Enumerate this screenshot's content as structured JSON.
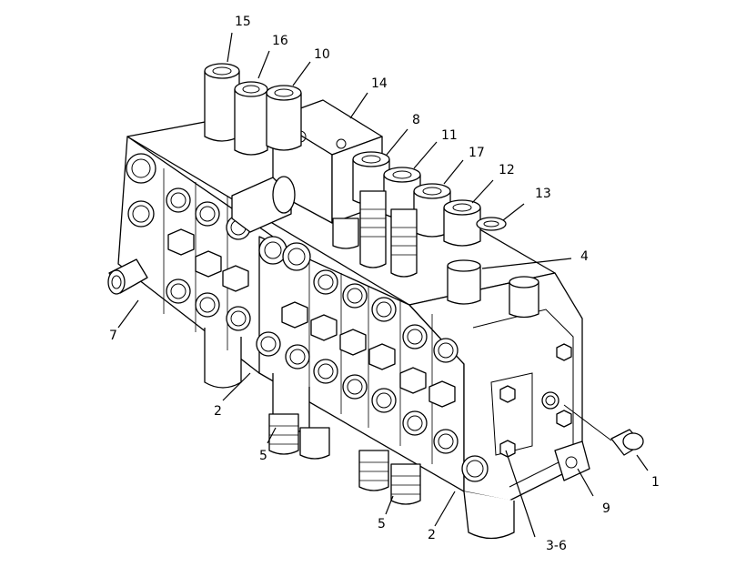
{
  "callouts": [
    {
      "id": "c15",
      "text": "15"
    },
    {
      "id": "c16",
      "text": "16"
    },
    {
      "id": "c10",
      "text": "10"
    },
    {
      "id": "c14",
      "text": "14"
    },
    {
      "id": "c8",
      "text": "8"
    },
    {
      "id": "c11",
      "text": "11"
    },
    {
      "id": "c17",
      "text": "17"
    },
    {
      "id": "c12",
      "text": "12"
    },
    {
      "id": "c13",
      "text": "13"
    },
    {
      "id": "c4",
      "text": "4"
    },
    {
      "id": "c7",
      "text": "7"
    },
    {
      "id": "c2a",
      "text": "2"
    },
    {
      "id": "c5a",
      "text": "5"
    },
    {
      "id": "c5b",
      "text": "5"
    },
    {
      "id": "c2b",
      "text": "2"
    },
    {
      "id": "c36",
      "text": "3-6"
    },
    {
      "id": "c9",
      "text": "9"
    },
    {
      "id": "c1",
      "text": "1"
    }
  ]
}
